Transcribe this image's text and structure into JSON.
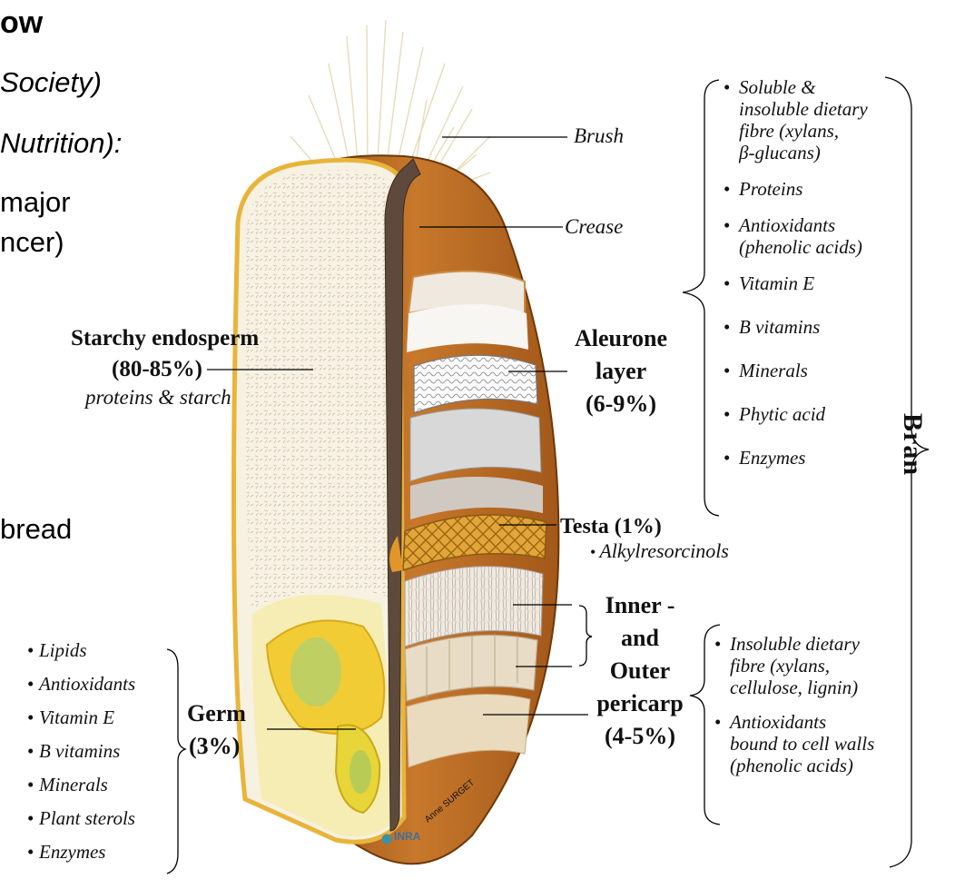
{
  "slide_fragments": {
    "line1": "ow",
    "line2": "Society)",
    "line3": "Nutrition):",
    "line4": "major",
    "line5": "ncer)",
    "line6": "bread"
  },
  "labels": {
    "brush": "Brush",
    "crease": "Crease",
    "starchy_endosperm": "Starchy endosperm",
    "starchy_percent": "(80-85%)",
    "starchy_sub": "proteins &  starch",
    "aleurone_1": "Aleurone",
    "aleurone_2": "layer",
    "aleurone_3": "(6-9%)",
    "testa": "Testa (1%)",
    "testa_sub": "Alkylresorcinols",
    "pericarp_1": "Inner -",
    "pericarp_2": "and",
    "pericarp_3": "Outer",
    "pericarp_4": "pericarp",
    "pericarp_5": "(4-5%)",
    "germ_1": "Germ",
    "germ_2": "(3%)",
    "bran": "Bran"
  },
  "bran_components": [
    "Soluble &",
    "insoluble dietary",
    "fibre (xylans,",
    "β-glucans)",
    "Proteins",
    "Antioxidants",
    "(phenolic acids)",
    "Vitamin E",
    "B vitamins",
    "Minerals",
    "Phytic acid",
    "Enzymes"
  ],
  "pericarp_components": [
    "Insoluble dietary",
    "fibre (xylans,",
    "cellulose, lignin)",
    "Antioxidants",
    "bound to cell walls",
    "(phenolic acids)"
  ],
  "germ_components": [
    "Lipids",
    "Antioxidants",
    "Vitamin E",
    "B vitamins",
    "Minerals",
    "Plant sterols",
    "Enzymes"
  ],
  "credit": {
    "org": "INRA",
    "author": "Anne SURGET"
  },
  "colors": {
    "bran_brown": "#b5661c",
    "crease_brown": "#5e4a3c",
    "endosperm": "#f6f1e1",
    "germ_yellow": "#f3d23a",
    "testa_gold": "#d89a2e"
  }
}
